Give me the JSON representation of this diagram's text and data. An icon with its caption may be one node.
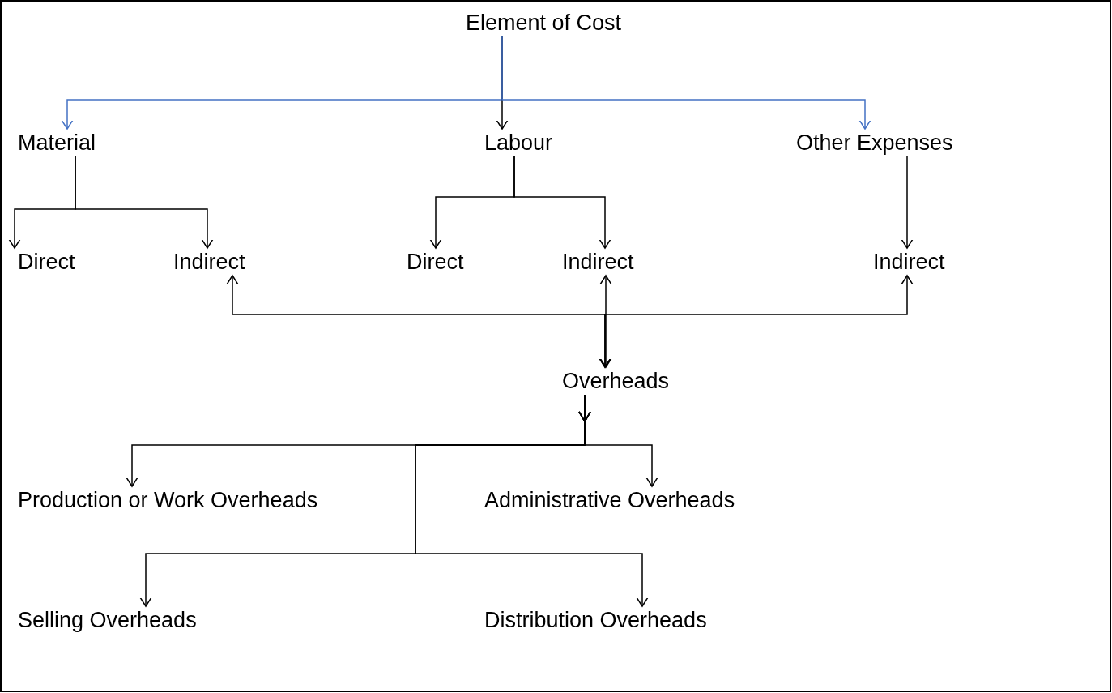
{
  "diagram": {
    "nodes": [
      {
        "text": [
          "Element of Cost"
        ]
      },
      {
        "text": [
          "Material"
        ]
      },
      {
        "text": [
          "Labour"
        ]
      },
      {
        "text": [
          "Other Expenses"
        ]
      },
      {
        "text": [
          "Direct"
        ]
      },
      {
        "text": [
          "Indirect"
        ]
      },
      {
        "text": [
          "Direct"
        ]
      },
      {
        "text": [
          "Indirect"
        ]
      },
      {
        "text": [
          "Indirect"
        ]
      },
      {
        "text": [
          "Overheads"
        ]
      },
      {
        "text": [
          "Production or Work Overheads"
        ]
      },
      {
        "text": [
          "Administrative Overheads"
        ]
      },
      {
        "text": [
          "Selling Overheads"
        ]
      },
      {
        "text": [
          "Distribution Overheads"
        ]
      }
    ],
    "edges": [
      {
        "from": 0,
        "to": 1,
        "arrow": "to",
        "color": "#4472c4"
      },
      {
        "from": 0,
        "to": 2,
        "arrow": "to"
      },
      {
        "from": 0,
        "to": 3,
        "arrow": "to",
        "color": "#4472c4"
      },
      {
        "from": 1,
        "to": 4,
        "arrow": "to"
      },
      {
        "from": 1,
        "to": 5,
        "arrow": "to"
      },
      {
        "from": 2,
        "to": 6,
        "arrow": "to"
      },
      {
        "from": 2,
        "to": 7,
        "arrow": "to"
      },
      {
        "from": 3,
        "to": 8,
        "arrow": "to"
      },
      {
        "from": 5,
        "to": 9,
        "arrow": "both"
      },
      {
        "from": 7,
        "to": 9,
        "arrow": "both"
      },
      {
        "from": 8,
        "to": 9,
        "arrow": "both"
      },
      {
        "from": 9,
        "to": 10,
        "arrow": "to"
      },
      {
        "from": 9,
        "to": 11,
        "arrow": "to"
      },
      {
        "from": 9,
        "to": 12,
        "arrow": "to"
      },
      {
        "from": 9,
        "to": 13,
        "arrow": "to"
      }
    ]
  }
}
